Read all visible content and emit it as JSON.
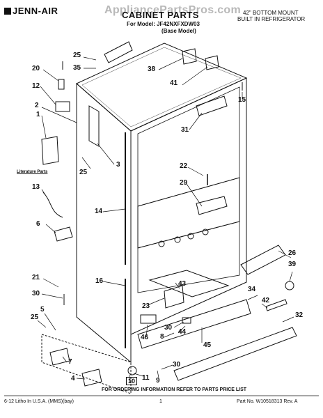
{
  "header": {
    "brand": "JENN-AIR",
    "watermark": "AppliancePartsPros.com",
    "title": "CABINET PARTS",
    "model_line": "For Model: JF42NXFXDW03",
    "base_model": "(Base Model)",
    "desc_line1": "42\" BOTTOM MOUNT",
    "desc_line2": "BUILT IN REFRIGERATOR"
  },
  "literature_label": "Literature Parts",
  "ordering_note": "FOR ORDERING INFORMATION REFER TO PARTS PRICE LIST",
  "footer": {
    "left": "6-12 Litho In U.S.A. (MMS)(bay)",
    "page": "1",
    "part_no": "Part No. W10518313 Rev. A"
  },
  "callouts": {
    "c25a": "25",
    "c35": "35",
    "c20": "20",
    "c12": "12",
    "c2": "2",
    "c1": "1",
    "c38": "38",
    "c41": "41",
    "c15": "15",
    "c31": "31",
    "c3": "3",
    "c25b": "25",
    "c22": "22",
    "c29": "29",
    "c13": "13",
    "c14": "14",
    "c6": "6",
    "c26": "26",
    "c39": "39",
    "c16": "16",
    "c21": "21",
    "c43": "43",
    "c34": "34",
    "c30a": "30",
    "c23": "23",
    "c42": "42",
    "c5": "5",
    "c25c": "25",
    "c30b": "30",
    "c44": "44",
    "c32": "32",
    "c46": "46",
    "c8": "8",
    "c45": "45",
    "c7": "7",
    "c30c": "30",
    "c4": "4",
    "c11": "11",
    "c9": "9",
    "c10": "10"
  }
}
